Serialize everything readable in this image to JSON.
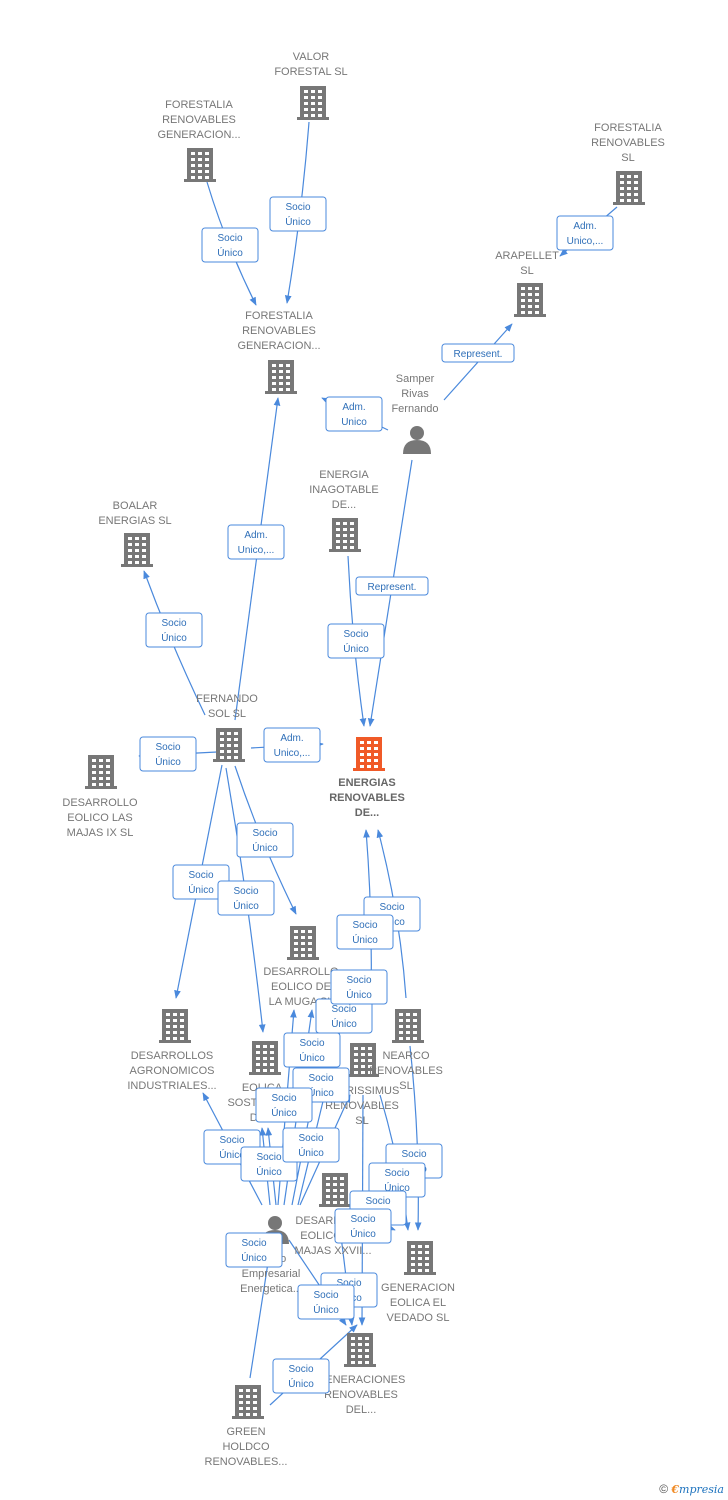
{
  "colors": {
    "building": "#777777",
    "main_building": "#f05a28",
    "person": "#777777",
    "edge": "#4a89dc"
  },
  "nodes": [
    {
      "id": "valor",
      "type": "company",
      "label": [
        "VALOR",
        "FORESTAL SL"
      ]
    },
    {
      "id": "fr_gen1",
      "type": "company",
      "label": [
        "FORESTALIA",
        "RENOVABLES",
        "GENERACION..."
      ]
    },
    {
      "id": "fr_sl",
      "type": "company",
      "label": [
        "FORESTALIA",
        "RENOVABLES",
        "SL"
      ]
    },
    {
      "id": "arapellet",
      "type": "company",
      "label": [
        "ARAPELLET",
        "SL"
      ]
    },
    {
      "id": "fr_gen2",
      "type": "company",
      "label": [
        "FORESTALIA",
        "RENOVABLES",
        "GENERACION..."
      ]
    },
    {
      "id": "samper",
      "type": "person",
      "label": [
        "Samper",
        "Rivas",
        "Fernando"
      ]
    },
    {
      "id": "energia_inag",
      "type": "company",
      "label": [
        "ENERGIA",
        "INAGOTABLE",
        "DE..."
      ]
    },
    {
      "id": "boalar",
      "type": "company",
      "label": [
        "BOALAR",
        "ENERGIAS SL"
      ]
    },
    {
      "id": "fernando_sol",
      "type": "company",
      "label": [
        "FERNANDO",
        "SOL SL"
      ]
    },
    {
      "id": "main",
      "type": "main",
      "label": [
        "ENERGIAS",
        "RENOVABLES",
        "DE..."
      ]
    },
    {
      "id": "de_ix",
      "type": "company",
      "label": [
        "DESARROLLO",
        "EOLICO LAS",
        "MAJAS IX SL"
      ]
    },
    {
      "id": "muga",
      "type": "company",
      "label": [
        "DESARROLLO",
        "EOLICO DE",
        "LA MUGA SL"
      ]
    },
    {
      "id": "agronomicos",
      "type": "company",
      "label": [
        "DESARROLLOS",
        "AGRONOMICOS",
        "INDUSTRIALES..."
      ]
    },
    {
      "id": "eolica_sost",
      "type": "company",
      "label": [
        "EOLICA",
        "SOSTENIBLE",
        "DE..."
      ]
    },
    {
      "id": "clarissimus",
      "type": "company",
      "label": [
        "CLARISSIMUS",
        "RENOVABLES",
        "SL"
      ]
    },
    {
      "id": "nearco",
      "type": "company",
      "label": [
        "NEARCO",
        "RENOVABLES",
        "SL"
      ]
    },
    {
      "id": "majas_other",
      "type": "company",
      "label": [
        "DESARROLLO",
        "EOLICO LAS",
        "MAJAS XXVII..."
      ]
    },
    {
      "id": "grupo",
      "type": "person",
      "label": [
        "Grupo",
        "Empresarial",
        "Energetica..."
      ]
    },
    {
      "id": "vedado",
      "type": "company",
      "label": [
        "GENERACION",
        "EOLICA EL",
        "VEDADO SL"
      ]
    },
    {
      "id": "generaciones",
      "type": "company",
      "label": [
        "GENERACIONES",
        "RENOVABLES",
        "DEL..."
      ]
    },
    {
      "id": "green",
      "type": "company",
      "label": [
        "GREEN",
        "HOLDCO",
        "RENOVABLES..."
      ]
    }
  ],
  "edges": [
    {
      "from": "valor",
      "to": "fr_gen2",
      "label": [
        "Socio",
        "Único"
      ]
    },
    {
      "from": "fr_gen1",
      "to": "fr_gen2",
      "label": [
        "Socio",
        "Único"
      ]
    },
    {
      "from": "fr_sl",
      "to": "arapellet",
      "label": [
        "Adm.",
        "Unico,..."
      ]
    },
    {
      "from": "samper",
      "to": "arapellet",
      "label": [
        "Represent."
      ]
    },
    {
      "from": "samper",
      "to": "fr_gen2",
      "label": [
        "Adm.",
        "Unico"
      ]
    },
    {
      "from": "samper",
      "to": "main",
      "label": [
        "Represent."
      ]
    },
    {
      "from": "energia_inag",
      "to": "main",
      "label": [
        "Socio",
        "Único"
      ]
    },
    {
      "from": "fernando_sol",
      "to": "fr_gen2",
      "label": [
        "Adm.",
        "Unico,..."
      ]
    },
    {
      "from": "fernando_sol",
      "to": "boalar",
      "label": [
        "Socio",
        "Único"
      ]
    },
    {
      "from": "fernando_sol",
      "to": "main",
      "label": [
        "Adm.",
        "Unico,..."
      ]
    },
    {
      "from": "fernando_sol",
      "to": "de_ix",
      "label": [
        "Socio",
        "Único"
      ]
    },
    {
      "from": "fernando_sol",
      "to": "agronomicos",
      "label": [
        "Socio",
        "Único"
      ]
    },
    {
      "from": "fernando_sol",
      "to": "eolica_sost",
      "label": [
        "Socio",
        "Único"
      ]
    },
    {
      "from": "fernando_sol",
      "to": "muga",
      "label": [
        "Socio",
        "Único"
      ]
    },
    {
      "from": "nearco",
      "to": "main",
      "label": [
        "Socio",
        "Único"
      ]
    },
    {
      "from": "clarissimus",
      "to": "main",
      "label": [
        "Socio",
        "Único"
      ]
    },
    {
      "from": "grupo",
      "to": "muga",
      "label": [
        "Socio",
        "Único"
      ]
    },
    {
      "from": "grupo",
      "to": "muga",
      "label": [
        "Socio",
        "Único"
      ]
    },
    {
      "from": "grupo",
      "to": "muga",
      "label": [
        "Socio",
        "Único"
      ]
    },
    {
      "from": "grupo",
      "to": "eolica_sost",
      "label": [
        "Socio",
        "Único"
      ]
    },
    {
      "from": "grupo",
      "to": "agronomicos",
      "label": [
        "Socio",
        "Único"
      ]
    },
    {
      "from": "grupo",
      "to": "eolica_sost",
      "label": [
        "Socio",
        "Único"
      ]
    },
    {
      "from": "grupo",
      "to": "muga",
      "label": [
        "Socio",
        "Único"
      ]
    },
    {
      "from": "grupo",
      "to": "clarissimus",
      "label": [
        "Socio",
        "Único"
      ]
    },
    {
      "from": "nearco",
      "to": "vedado",
      "label": [
        "Socio",
        "Único"
      ]
    },
    {
      "from": "clarissimus",
      "to": "vedado",
      "label": [
        "Socio",
        "Único"
      ]
    },
    {
      "from": "majas_other",
      "to": "vedado",
      "label": [
        "Socio",
        "Único"
      ]
    },
    {
      "from": "majas_other",
      "to": "generaciones",
      "label": [
        "Socio",
        "Único"
      ]
    },
    {
      "from": "clarissimus",
      "to": "generaciones",
      "label": [
        "Socio",
        "Único"
      ]
    },
    {
      "from": "grupo",
      "to": "generaciones",
      "label": [
        "Socio",
        "Único"
      ]
    },
    {
      "from": "green",
      "to": "grupo",
      "label": [
        "Socio",
        "Único"
      ]
    },
    {
      "from": "green",
      "to": "generaciones",
      "label": [
        "Socio",
        "Único"
      ]
    }
  ],
  "footer": {
    "copyright": "©",
    "brand_initial": "€",
    "brand_rest": "mpresia"
  }
}
